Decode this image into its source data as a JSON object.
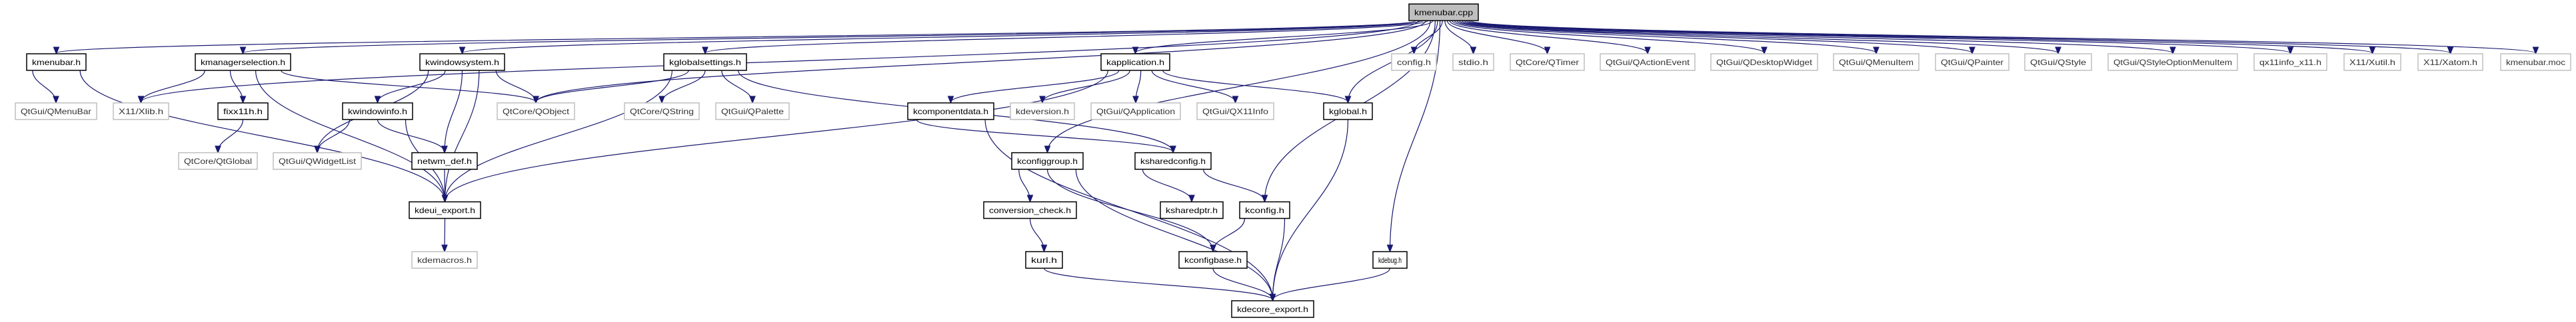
{
  "diagram": {
    "type": "include-dependency-graph",
    "root": "kmenubar.cpp",
    "colors": {
      "edge": "#191970",
      "root_fill": "#bfbfbf",
      "documented_border": "#000000",
      "external_border": "#bfbfbf"
    },
    "nodes": [
      {
        "label": "kmenubar.cpp",
        "kind": "root"
      },
      {
        "label": "kmenubar.h",
        "kind": "documented"
      },
      {
        "label": "kmanagerselection.h",
        "kind": "documented"
      },
      {
        "label": "kwindowsystem.h",
        "kind": "documented"
      },
      {
        "label": "kglobalsettings.h",
        "kind": "documented"
      },
      {
        "label": "kapplication.h",
        "kind": "documented"
      },
      {
        "label": "config.h",
        "kind": "external"
      },
      {
        "label": "stdio.h",
        "kind": "external"
      },
      {
        "label": "QtCore/QTimer",
        "kind": "external"
      },
      {
        "label": "QtGui/QActionEvent",
        "kind": "external"
      },
      {
        "label": "QtGui/QDesktopWidget",
        "kind": "external"
      },
      {
        "label": "QtGui/QMenuItem",
        "kind": "external"
      },
      {
        "label": "QtGui/QPainter",
        "kind": "external"
      },
      {
        "label": "QtGui/QStyle",
        "kind": "external"
      },
      {
        "label": "QtGui/QStyleOptionMenuItem",
        "kind": "external"
      },
      {
        "label": "qx11info_x11.h",
        "kind": "external"
      },
      {
        "label": "X11/Xutil.h",
        "kind": "external"
      },
      {
        "label": "X11/Xatom.h",
        "kind": "external"
      },
      {
        "label": "kmenubar.moc",
        "kind": "external"
      },
      {
        "label": "QtGui/QMenuBar",
        "kind": "external"
      },
      {
        "label": "X11/Xlib.h",
        "kind": "external"
      },
      {
        "label": "fixx11h.h",
        "kind": "documented"
      },
      {
        "label": "kwindowinfo.h",
        "kind": "documented"
      },
      {
        "label": "QtCore/QObject",
        "kind": "external"
      },
      {
        "label": "QtCore/QString",
        "kind": "external"
      },
      {
        "label": "QtGui/QPalette",
        "kind": "external"
      },
      {
        "label": "kcomponentdata.h",
        "kind": "documented"
      },
      {
        "label": "kdeversion.h",
        "kind": "external"
      },
      {
        "label": "QtGui/QApplication",
        "kind": "external"
      },
      {
        "label": "QtGui/QX11Info",
        "kind": "external"
      },
      {
        "label": "kglobal.h",
        "kind": "documented"
      },
      {
        "label": "QtCore/QtGlobal",
        "kind": "external"
      },
      {
        "label": "QtGui/QWidgetList",
        "kind": "external"
      },
      {
        "label": "netwm_def.h",
        "kind": "documented"
      },
      {
        "label": "kconfiggroup.h",
        "kind": "documented"
      },
      {
        "label": "ksharedconfig.h",
        "kind": "documented"
      },
      {
        "label": "kdeui_export.h",
        "kind": "documented"
      },
      {
        "label": "conversion_check.h",
        "kind": "documented"
      },
      {
        "label": "ksharedptr.h",
        "kind": "documented"
      },
      {
        "label": "kconfig.h",
        "kind": "documented"
      },
      {
        "label": "kdemacros.h",
        "kind": "external"
      },
      {
        "label": "kurl.h",
        "kind": "documented"
      },
      {
        "label": "kconfigbase.h",
        "kind": "documented"
      },
      {
        "label": "kdebug.h",
        "kind": "documented"
      },
      {
        "label": "kdecore_export.h",
        "kind": "documented"
      }
    ],
    "edges": [
      [
        "kmenubar.cpp",
        "kmenubar.h"
      ],
      [
        "kmenubar.cpp",
        "kmanagerselection.h"
      ],
      [
        "kmenubar.cpp",
        "kwindowsystem.h"
      ],
      [
        "kmenubar.cpp",
        "kglobalsettings.h"
      ],
      [
        "kmenubar.cpp",
        "kapplication.h"
      ],
      [
        "kmenubar.cpp",
        "X11/Xlib.h"
      ],
      [
        "kmenubar.cpp",
        "QtCore/QObject"
      ],
      [
        "kmenubar.cpp",
        "kconfiggroup.h"
      ],
      [
        "kmenubar.cpp",
        "kconfig.h"
      ],
      [
        "kmenubar.cpp",
        "kglobal.h"
      ],
      [
        "kmenubar.cpp",
        "kdebug.h"
      ],
      [
        "kmenubar.cpp",
        "config.h"
      ],
      [
        "kmenubar.cpp",
        "stdio.h"
      ],
      [
        "kmenubar.cpp",
        "QtCore/QTimer"
      ],
      [
        "kmenubar.cpp",
        "QtGui/QActionEvent"
      ],
      [
        "kmenubar.cpp",
        "QtGui/QDesktopWidget"
      ],
      [
        "kmenubar.cpp",
        "QtGui/QMenuItem"
      ],
      [
        "kmenubar.cpp",
        "QtGui/QPainter"
      ],
      [
        "kmenubar.cpp",
        "QtGui/QStyle"
      ],
      [
        "kmenubar.cpp",
        "QtGui/QStyleOptionMenuItem"
      ],
      [
        "kmenubar.cpp",
        "qx11info_x11.h"
      ],
      [
        "kmenubar.cpp",
        "X11/Xutil.h"
      ],
      [
        "kmenubar.cpp",
        "X11/Xatom.h"
      ],
      [
        "kmenubar.cpp",
        "kmenubar.moc"
      ],
      [
        "kmenubar.h",
        "QtGui/QMenuBar"
      ],
      [
        "kmenubar.h",
        "kdeui_export.h"
      ],
      [
        "kmanagerselection.h",
        "X11/Xlib.h"
      ],
      [
        "kmanagerselection.h",
        "fixx11h.h"
      ],
      [
        "kmanagerselection.h",
        "QtCore/QObject"
      ],
      [
        "kmanagerselection.h",
        "kdeui_export.h"
      ],
      [
        "fixx11h.h",
        "QtCore/QtGlobal"
      ],
      [
        "kwindowsystem.h",
        "QtGui/QWidgetList"
      ],
      [
        "kwindowsystem.h",
        "kwindowinfo.h"
      ],
      [
        "kwindowsystem.h",
        "netwm_def.h"
      ],
      [
        "kwindowsystem.h",
        "kdeui_export.h"
      ],
      [
        "kwindowsystem.h",
        "QtCore/QObject"
      ],
      [
        "kwindowinfo.h",
        "QtGui/QWidgetList"
      ],
      [
        "kwindowinfo.h",
        "netwm_def.h"
      ],
      [
        "kwindowinfo.h",
        "kdeui_export.h"
      ],
      [
        "netwm_def.h",
        "kdeui_export.h"
      ],
      [
        "kdeui_export.h",
        "kdemacros.h"
      ],
      [
        "kglobalsettings.h",
        "QtCore/QObject"
      ],
      [
        "kglobalsettings.h",
        "QtCore/QString"
      ],
      [
        "kglobalsettings.h",
        "QtGui/QPalette"
      ],
      [
        "kglobalsettings.h",
        "ksharedconfig.h"
      ],
      [
        "kglobalsettings.h",
        "kdeui_export.h"
      ],
      [
        "kapplication.h",
        "kdeui_export.h"
      ],
      [
        "kapplication.h",
        "kcomponentdata.h"
      ],
      [
        "kapplication.h",
        "kdeversion.h"
      ],
      [
        "kapplication.h",
        "QtGui/QApplication"
      ],
      [
        "kapplication.h",
        "QtGui/QX11Info"
      ],
      [
        "kapplication.h",
        "kglobal.h"
      ],
      [
        "kcomponentdata.h",
        "ksharedconfig.h"
      ],
      [
        "kcomponentdata.h",
        "kdecore_export.h"
      ],
      [
        "kconfiggroup.h",
        "conversion_check.h"
      ],
      [
        "kconfiggroup.h",
        "kconfigbase.h"
      ],
      [
        "kconfiggroup.h",
        "kdecore_export.h"
      ],
      [
        "ksharedconfig.h",
        "ksharedptr.h"
      ],
      [
        "ksharedconfig.h",
        "kconfig.h"
      ],
      [
        "conversion_check.h",
        "kurl.h"
      ],
      [
        "kconfig.h",
        "kconfigbase.h"
      ],
      [
        "kconfig.h",
        "kdecore_export.h"
      ],
      [
        "kurl.h",
        "kdecore_export.h"
      ],
      [
        "kconfigbase.h",
        "kdecore_export.h"
      ],
      [
        "kglobal.h",
        "kdecore_export.h"
      ],
      [
        "kdebug.h",
        "kdecore_export.h"
      ]
    ]
  }
}
